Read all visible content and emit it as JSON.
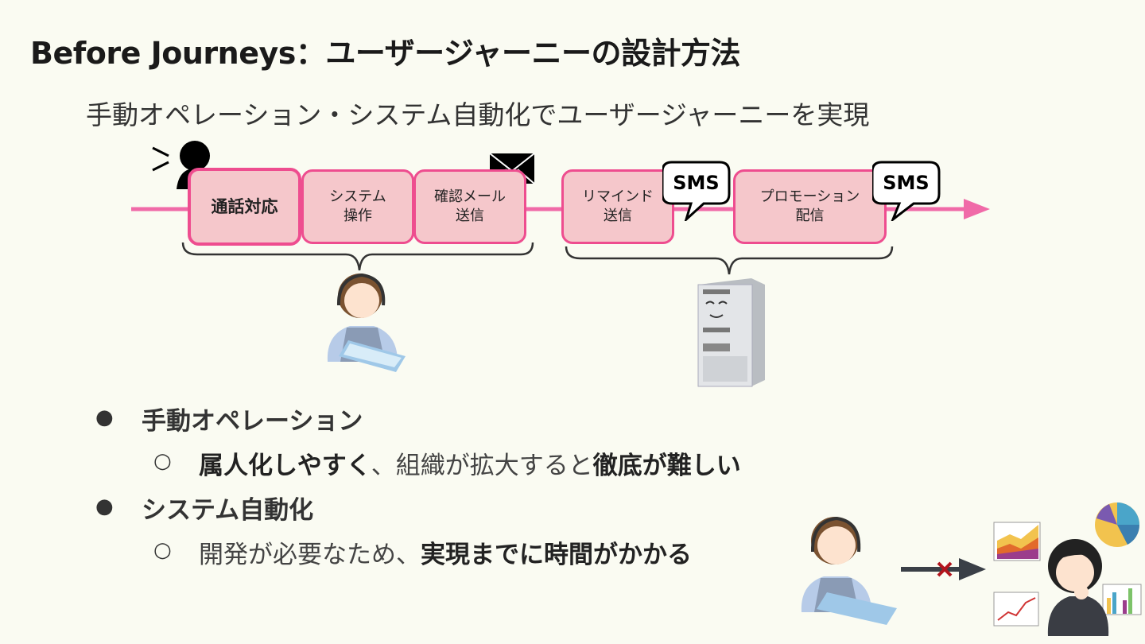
{
  "title": "Before Journeys：ユーザージャーニーの設計方法",
  "subtitle": "手動オペレーション・システム自動化でユーザージャーニーを実現",
  "flow": {
    "steps": [
      {
        "label": "通話対応"
      },
      {
        "label": "システム\n操作"
      },
      {
        "label": "確認メール\n送信"
      },
      {
        "label": "リマインド\n送信"
      },
      {
        "label": "プロモーション\n配信"
      }
    ],
    "sms_labels": [
      "SMS",
      "SMS"
    ]
  },
  "bullets": {
    "manual": {
      "heading": "手動オペレーション",
      "sub_strong1": "属人化しやすく",
      "sub_normal": "、組織が拡大すると",
      "sub_strong2": "徹底が難しい"
    },
    "auto": {
      "heading": "システム自動化",
      "sub_normal": "開発が必要なため、",
      "sub_strong": "実現までに時間がかかる"
    },
    "marks": {
      "level1": "●",
      "level2": "○"
    }
  },
  "colors": {
    "accent": "#ee4d8f",
    "box_fill": "#f5c7cb",
    "arrow": "#f06aa8"
  },
  "icons": [
    "speaker-icon",
    "mail-icon",
    "operator-illustration",
    "server-illustration",
    "chart-illustration",
    "worried-person-illustration"
  ]
}
